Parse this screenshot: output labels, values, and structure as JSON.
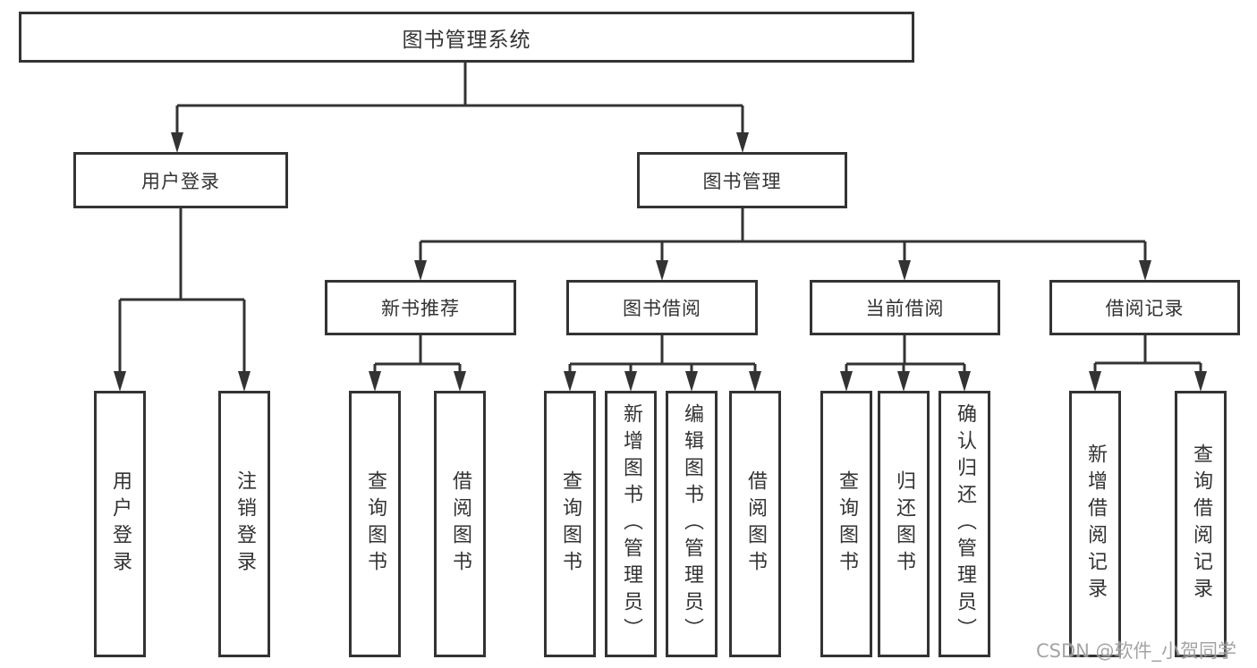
{
  "diagram": {
    "type": "hierarchy-tree",
    "colors": {
      "line": "#333333",
      "box_border": "#333333",
      "box_background": "#ffffff",
      "text": "#333333",
      "watermark_text": "#949494"
    },
    "root": {
      "label": "图书管理系统",
      "children": [
        {
          "label": "用户登录",
          "children": [
            {
              "label": "用户登录"
            },
            {
              "label": "注销登录"
            }
          ]
        },
        {
          "label": "图书管理",
          "children": [
            {
              "label": "新书推荐",
              "children": [
                {
                  "label": "查询图书"
                },
                {
                  "label": "借阅图书"
                }
              ]
            },
            {
              "label": "图书借阅",
              "children": [
                {
                  "label": "查询图书"
                },
                {
                  "label": "新增图书（管理员）"
                },
                {
                  "label": "编辑图书（管理员）"
                },
                {
                  "label": "借阅图书"
                }
              ]
            },
            {
              "label": "当前借阅",
              "children": [
                {
                  "label": "查询图书"
                },
                {
                  "label": "归还图书"
                },
                {
                  "label": "确认归还（管理员）"
                }
              ]
            },
            {
              "label": "借阅记录",
              "children": [
                {
                  "label": "新增借阅记录"
                },
                {
                  "label": "查询借阅记录"
                }
              ]
            }
          ]
        }
      ]
    }
  },
  "watermark": {
    "text": "CSDN @软件_小贺同学"
  }
}
